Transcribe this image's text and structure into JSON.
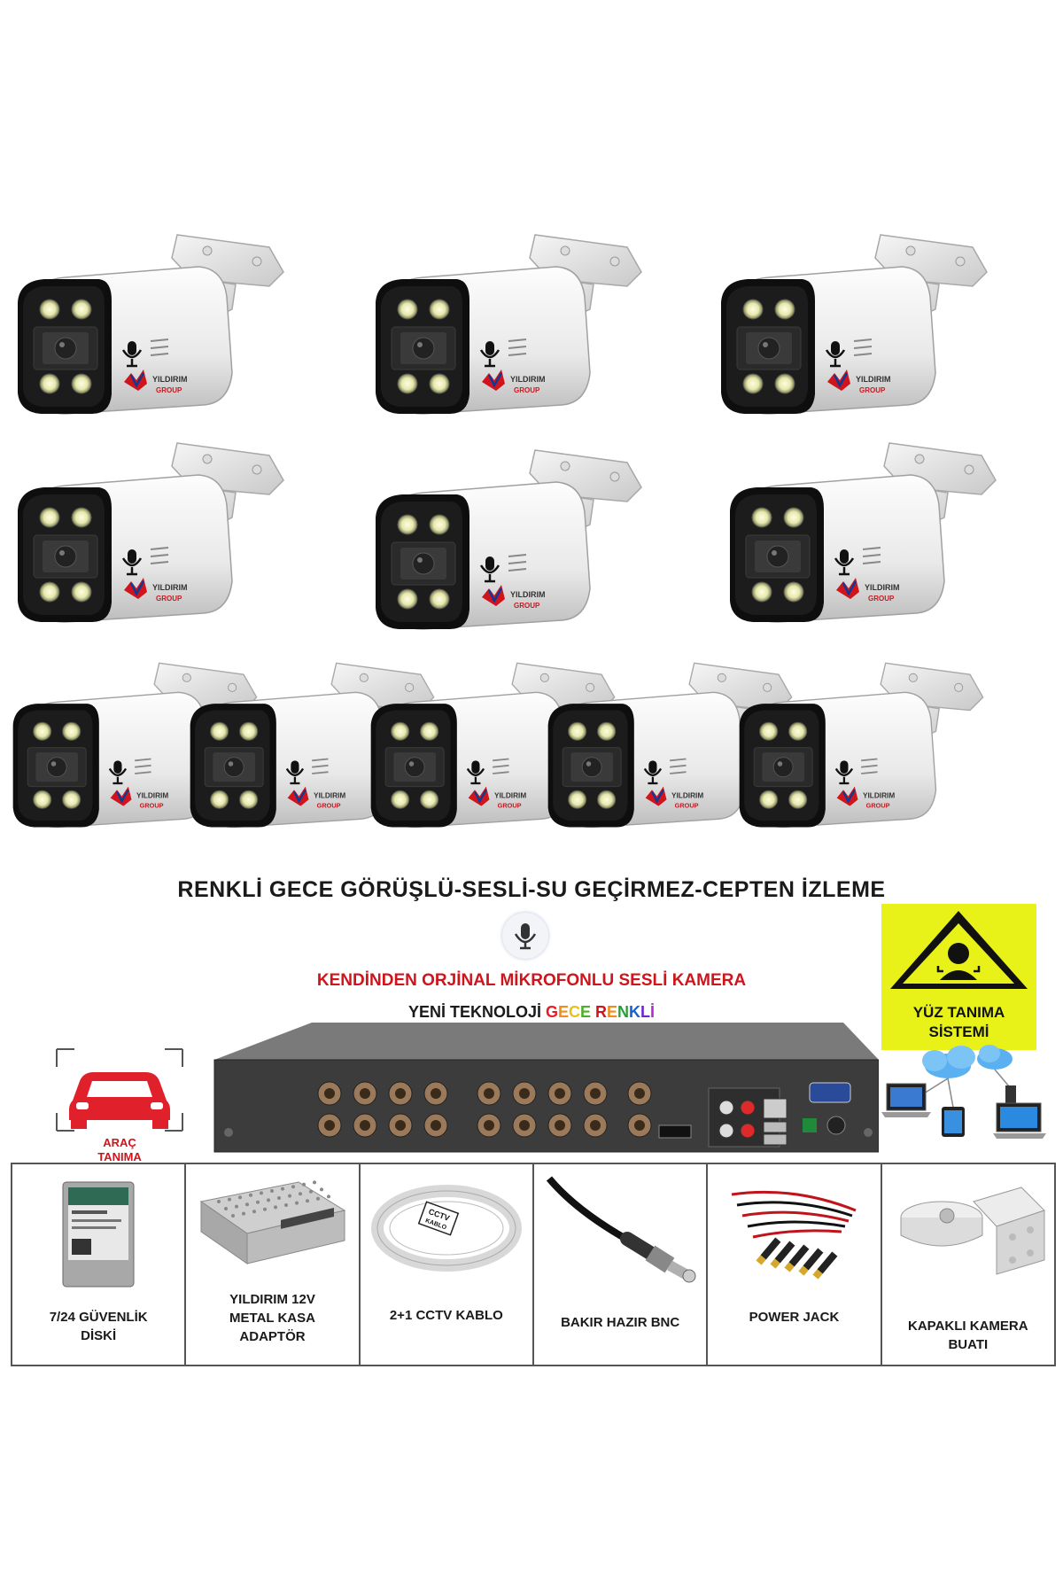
{
  "headline": "RENKLİ GECE GÖRÜŞLÜ-SESLİ-SU GEÇİRMEZ-CEPTEN İZLEME",
  "subheadline": "KENDİNDEN ORJİNAL MİKROFONLU SESLİ KAMERA",
  "tech_line": {
    "prefix": "YENİ TEKNOLOJİ ",
    "colored": [
      {
        "ch": "G",
        "color": "#e81c24"
      },
      {
        "ch": "E",
        "color": "#f28c1a"
      },
      {
        "ch": "C",
        "color": "#e8c21a"
      },
      {
        "ch": "E",
        "color": "#4caf2a"
      },
      {
        "ch": " ",
        "color": "#000000"
      },
      {
        "ch": "R",
        "color": "#d0141c"
      },
      {
        "ch": "E",
        "color": "#f28c1a"
      },
      {
        "ch": "N",
        "color": "#2a9d3a"
      },
      {
        "ch": "K",
        "color": "#1a5fd0"
      },
      {
        "ch": "L",
        "color": "#6a2ad0"
      },
      {
        "ch": "İ",
        "color": "#b02ad0"
      }
    ]
  },
  "camera_logo": {
    "line1": "YILDIRIM",
    "line2": "GROUP",
    "mark": "YG"
  },
  "face_recognition": {
    "line1": "YÜZ TANIMA",
    "line2": "SİSTEMİ"
  },
  "car_recognition": {
    "line1": "ARAÇ",
    "line2": "TANIMA"
  },
  "accessories": [
    {
      "name": "hdd",
      "label_lines": [
        "7/24 GÜVENLİK",
        "DİSKİ"
      ]
    },
    {
      "name": "adapter",
      "label_lines": [
        "YILDIRIM 12V",
        "METAL KASA",
        "ADAPTÖR"
      ]
    },
    {
      "name": "cable",
      "label_lines": [
        "2+1 CCTV KABLO"
      ]
    },
    {
      "name": "bnc",
      "label_lines": [
        "BAKIR HAZIR BNC"
      ]
    },
    {
      "name": "power-jack",
      "label_lines": [
        "POWER JACK"
      ]
    },
    {
      "name": "junction-box",
      "label_lines": [
        "KAPAKLI KAMERA",
        "BUATI"
      ]
    }
  ],
  "cable_tag": {
    "line1": "CCTV",
    "line2": "KABLO"
  },
  "colors": {
    "brand_red": "#d0141c",
    "warning_yellow": "#e8f218"
  },
  "icons": [
    "microphone-icon",
    "face-scan-icon",
    "car-icon",
    "cloud-icon",
    "laptop-icon",
    "tablet-icon"
  ]
}
